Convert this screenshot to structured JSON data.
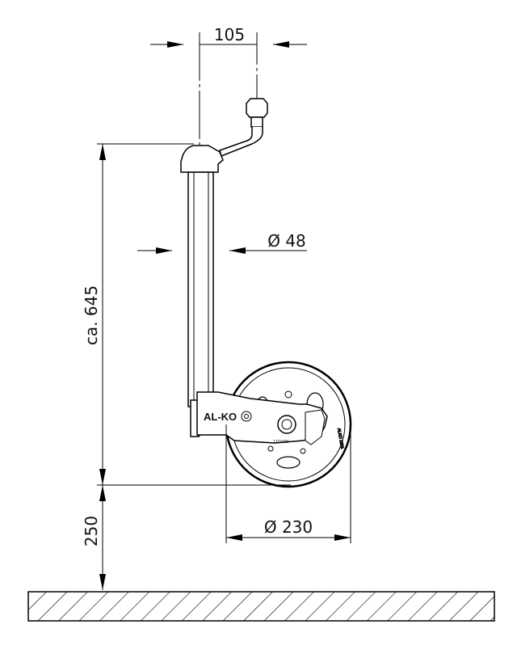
{
  "dimensions": {
    "crank_offset": "105",
    "tube_diameter": "Ø 48",
    "height": "ca. 645",
    "ground_clearance": "250",
    "wheel_diameter": "Ø 230"
  },
  "labels": {
    "brand_logo": "AL-KO",
    "part_number": "1221699",
    "tire_text": "ALKO 2201"
  }
}
